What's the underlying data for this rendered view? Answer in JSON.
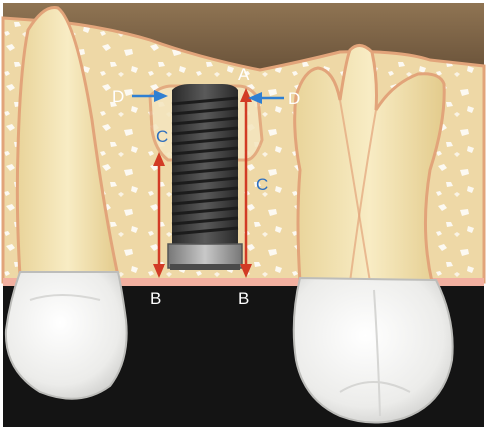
{
  "labels": {
    "A": "A",
    "B_left": "B",
    "B_right": "B",
    "C_left": "C",
    "C_right": "C",
    "D_left": "D",
    "D_right": "D"
  },
  "colors": {
    "background": "#ffffff",
    "frame": "#1a1a1a",
    "bone": "#eed8a6",
    "bone_speckle": "#ffffff",
    "bone_outline": "#e2a47a",
    "gum_edge": "#f2b0a0",
    "tooth_root": "#f3e3b0",
    "tooth_crown": "#f4f4f2",
    "implant": "#3a3a3a",
    "arrow_red": "#d23b25",
    "arrow_blue": "#2f7fd2",
    "label_white": "#ffffff",
    "label_blue": "#2e6fbf"
  },
  "icons": {
    "implant": "dental-implant-icon",
    "tooth_left": "molar-tooth-icon",
    "tooth_right": "double-root-tooth-icon"
  }
}
